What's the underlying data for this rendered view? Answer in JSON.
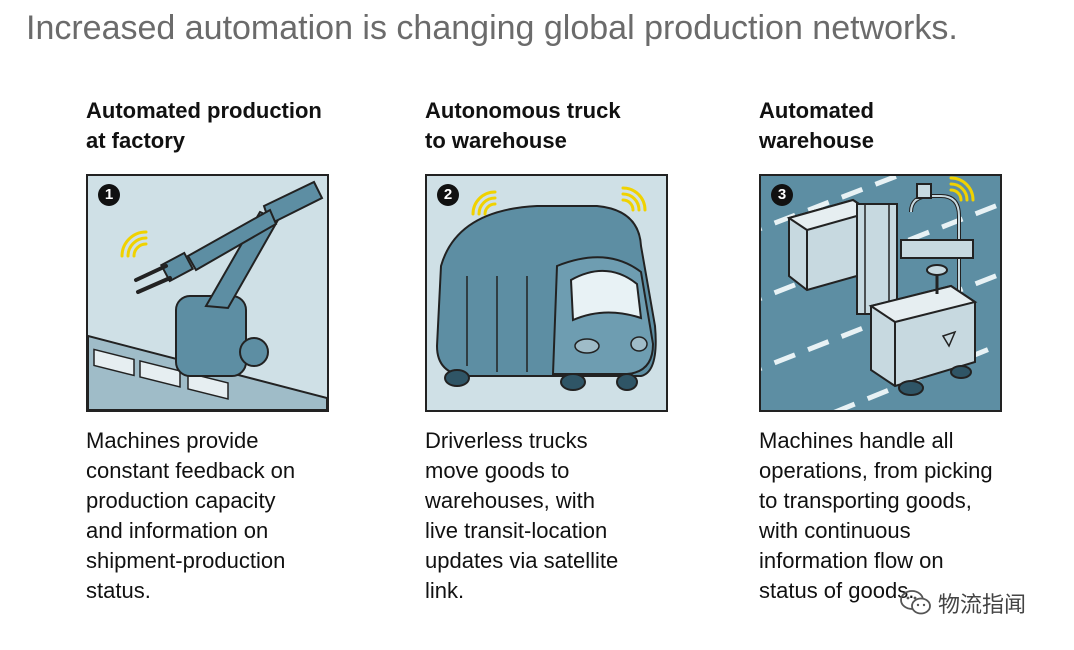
{
  "title": "Increased automation is changing global production networks.",
  "steps": [
    {
      "number": "1",
      "heading": "Automated production\nat factory",
      "description": "Machines provide\nconstant feedback on\nproduction capacity\nand information on\nshipment-production\nstatus.",
      "illustration": "robot-arm"
    },
    {
      "number": "2",
      "heading": "Autonomous truck\nto warehouse",
      "description": "Driverless trucks\nmove goods to\nwarehouses, with\nlive transit-location\nupdates via satellite\nlink.",
      "illustration": "autonomous-truck"
    },
    {
      "number": "3",
      "heading": "Automated\nwarehouse",
      "description": "Machines handle all\noperations, from picking\nto transporting goods,\nwith continuous\ninformation flow on\nstatus of goods.",
      "illustration": "automated-forklift"
    }
  ],
  "watermark": {
    "text": "物流指闻",
    "icon": "wechat-icon"
  },
  "colors": {
    "panel_bg": "#cfe0e6",
    "machine": "#5d8ea3",
    "machine_dark": "#2f5566",
    "signal": "#f0d200",
    "title_gray": "#6b6b6b"
  }
}
